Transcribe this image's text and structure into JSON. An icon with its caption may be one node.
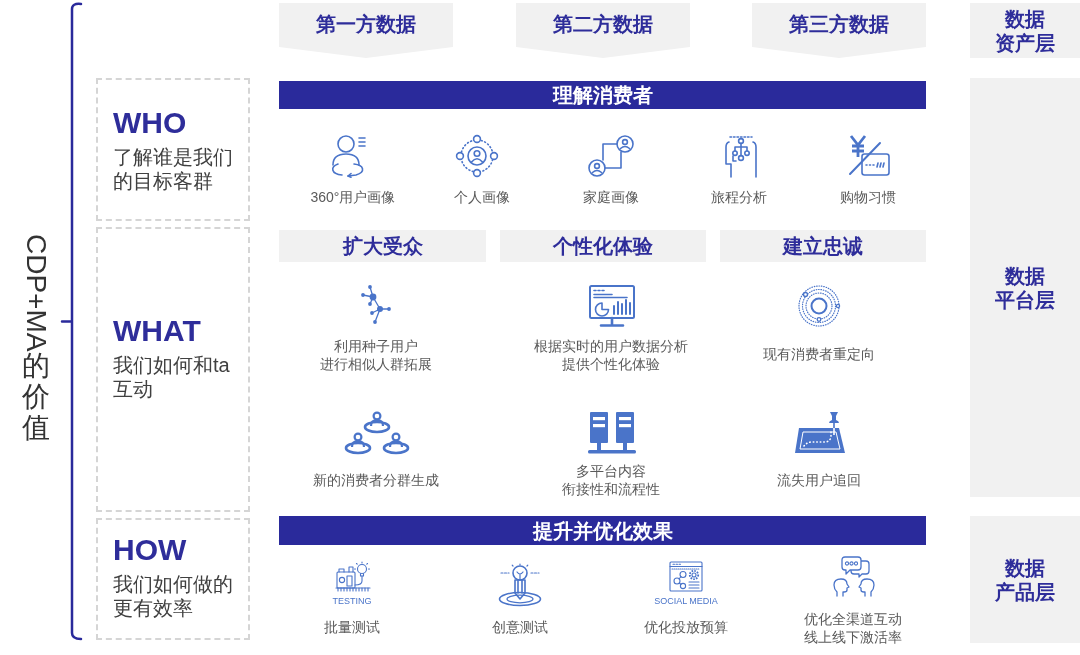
{
  "diagram": {
    "title": "CDP+MA的价值",
    "nodes": [
      {
        "text": [
          "第一方数据"
        ]
      },
      {
        "text": [
          "第二方数据"
        ]
      },
      {
        "text": [
          "第三方数据"
        ]
      },
      {
        "text": [
          "数据资产层"
        ]
      },
      {
        "text": [
          "WHO",
          "了解谁是我们的目标客群"
        ]
      },
      {
        "text": [
          "理解消费者"
        ]
      },
      {
        "text": [
          "数据平台层"
        ]
      },
      {
        "text": [
          "WHAT",
          "我们如何和ta互动"
        ]
      },
      {
        "text": [
          "扩大受众"
        ]
      },
      {
        "text": [
          "个性化体验"
        ]
      },
      {
        "text": [
          "建立忠诚"
        ]
      },
      {
        "text": [
          "HOW",
          "我们如何做的更有效率"
        ]
      },
      {
        "text": [
          "提升并优化效果"
        ]
      },
      {
        "text": [
          "数据产品层"
        ]
      }
    ],
    "labels": [
      "360°用户画像",
      "个人画像",
      "家庭画像",
      "旅程分析",
      "购物习惯",
      "利用种子用户进行相似人群拓展",
      "根据实时的用户数据分析提供个性化体验",
      "现有消费者重定向",
      "新的消费者分群生成",
      "多平台内容衔接性和流程性",
      "流失用户追回",
      "TESTING",
      "SOCIAL MEDIA",
      "批量测试",
      "创意测试",
      "优化投放预算",
      "优化全渠道互动线上线下激活率"
    ]
  }
}
